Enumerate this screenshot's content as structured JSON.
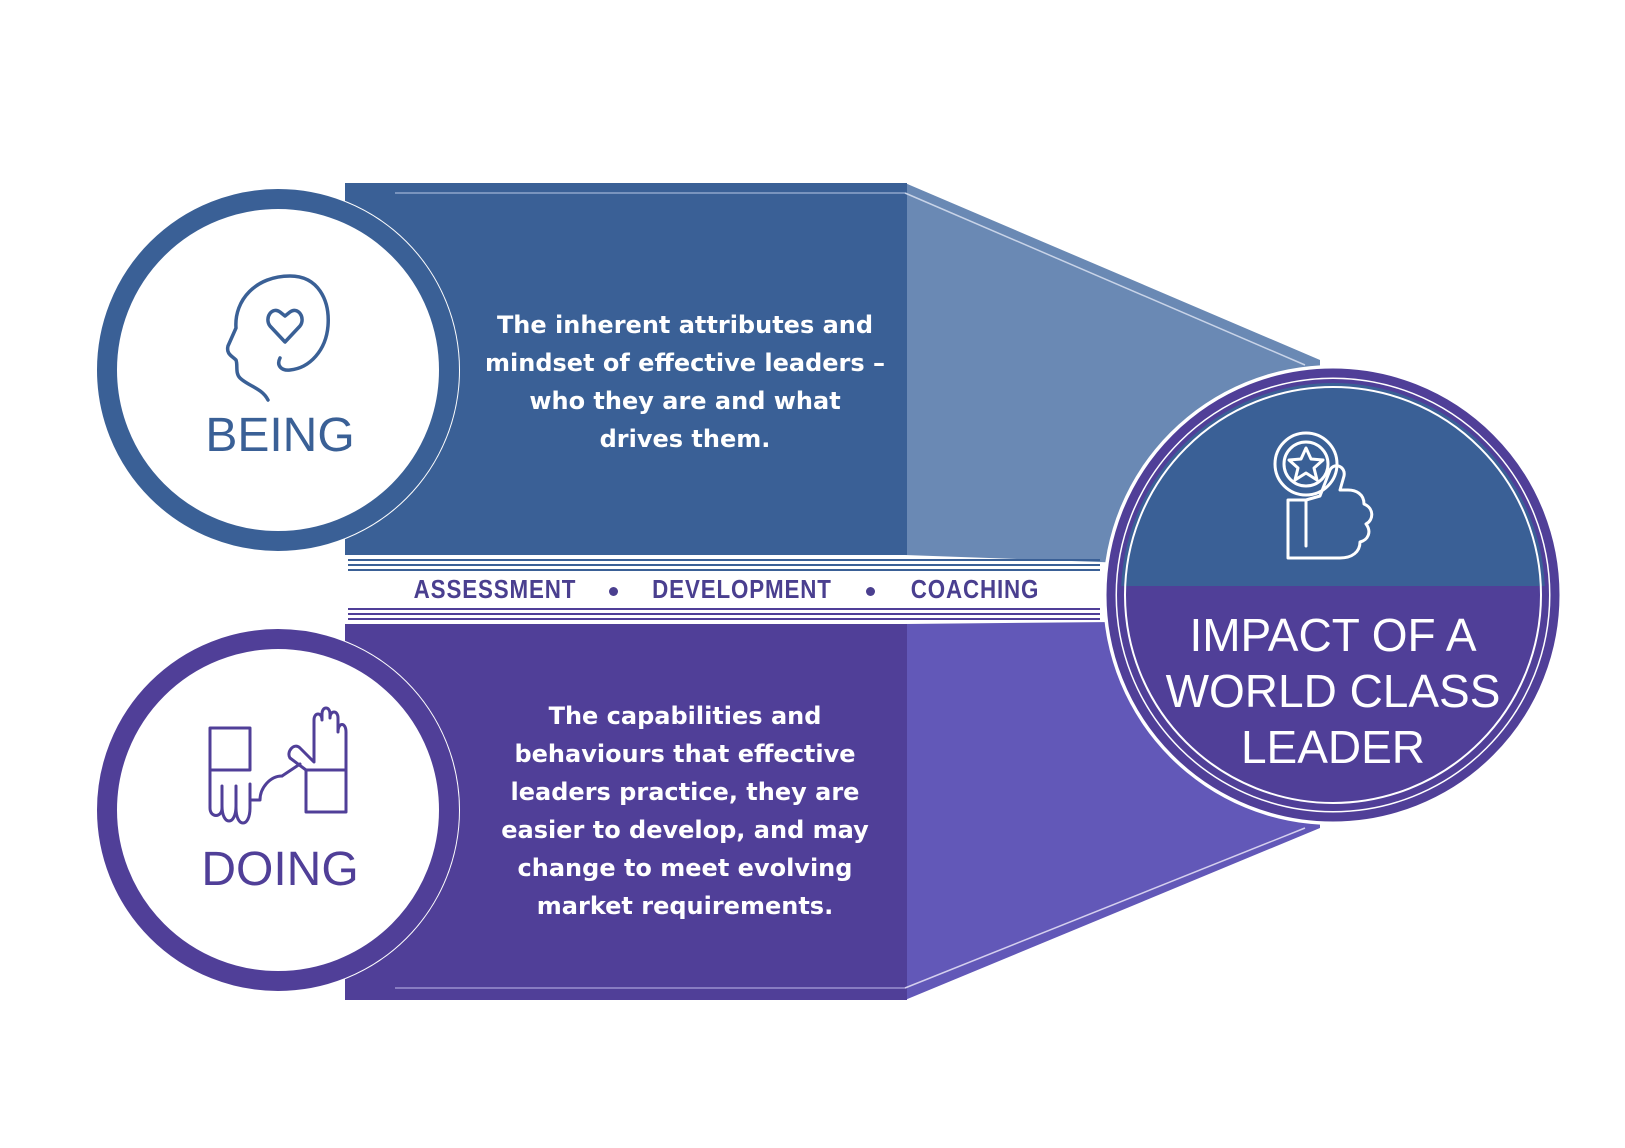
{
  "colors": {
    "being_blue": "#3a6096",
    "being_light": "#6a89b4",
    "doing_purple": "#503f98",
    "doing_light": "#6258b8",
    "band_text": "#4a3f8f",
    "white": "#ffffff"
  },
  "being": {
    "label": "BEING",
    "description": "The inherent attributes and mindset of effective leaders – who they are and what drives them.",
    "icon": "head-heart-icon"
  },
  "doing": {
    "label": "DOING",
    "description": "The capabilities and behaviours that effective leaders practice, they are easier to develop, and may change to meet evolving market requirements.",
    "icon": "handshake-icon"
  },
  "band": {
    "items": [
      "ASSESSMENT",
      "DEVELOPMENT",
      "COACHING"
    ]
  },
  "impact": {
    "title": "IMPACT OF A WORLD CLASS LEADER",
    "icon": "star-thumbs-up-icon"
  }
}
